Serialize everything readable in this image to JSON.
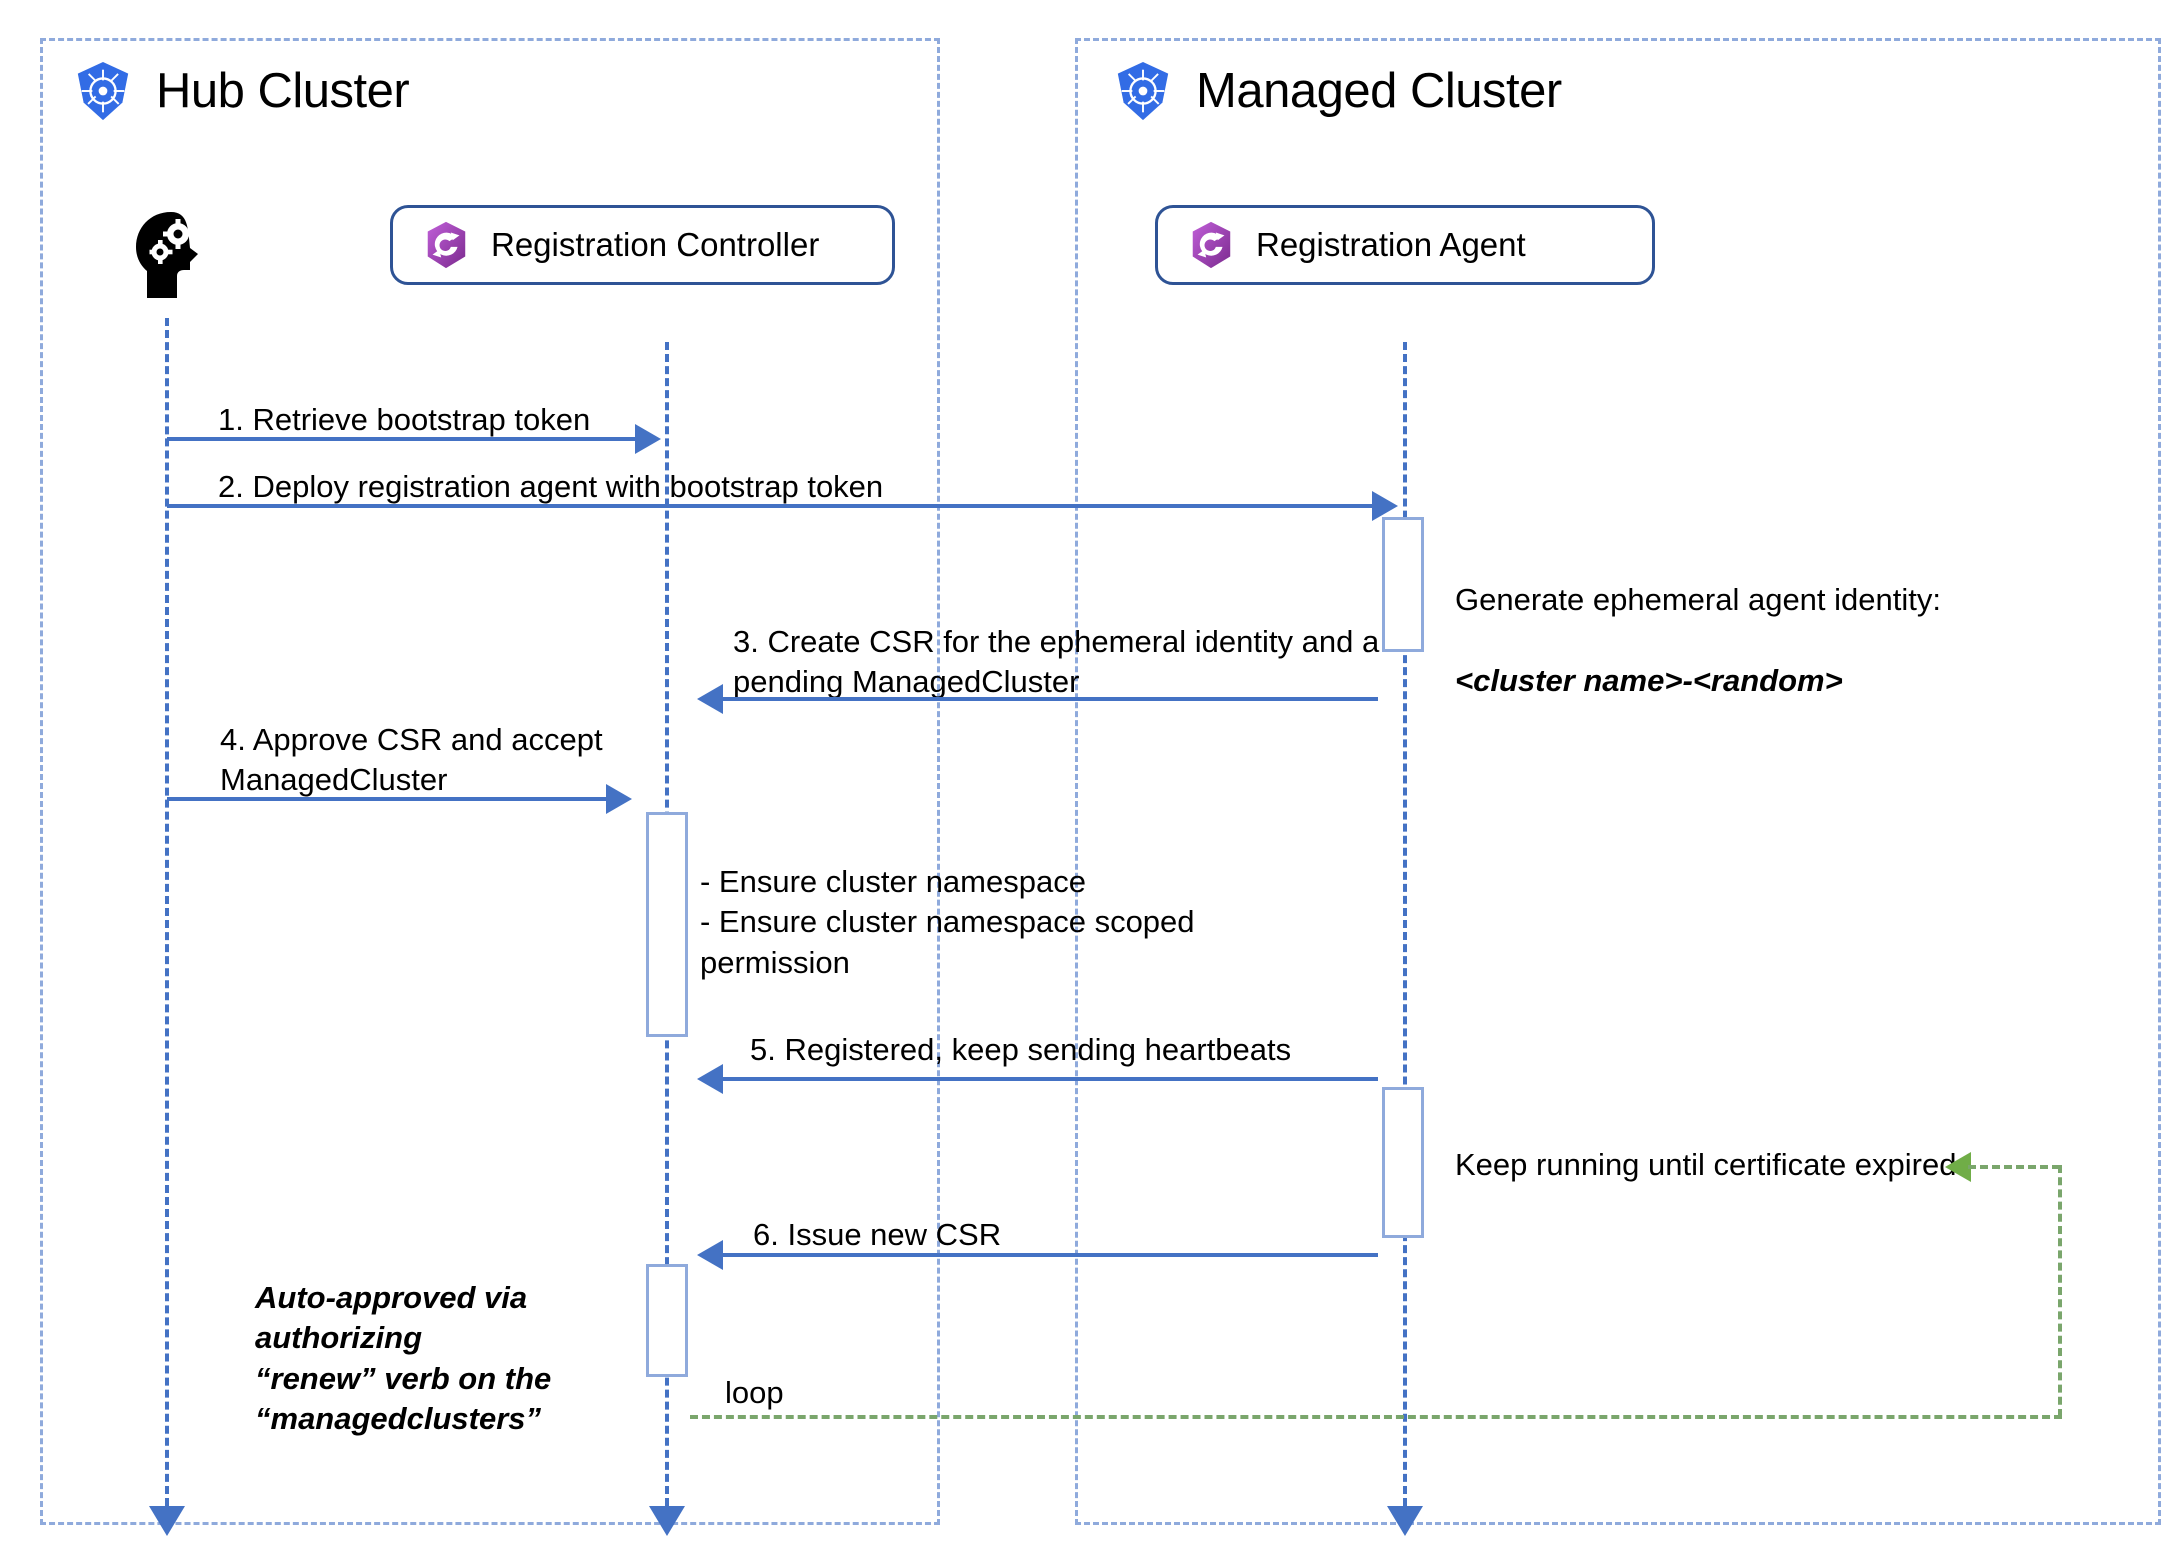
{
  "diagram": {
    "title": "OCM cluster registration sequence",
    "colors": {
      "container_border": "#8faadc",
      "participant_border": "#2e5395",
      "lifeline": "#4472c4",
      "message": "#4472c4",
      "activation_border": "#8faadc",
      "loop": "#70ad47",
      "k8s_logo": "#326ce5",
      "ocm_logo": "#a23fb8",
      "text": "#000000"
    }
  },
  "containers": [
    {
      "id": "hub",
      "label": "Hub Cluster",
      "icon": "kubernetes-icon"
    },
    {
      "id": "managed",
      "label": "Managed Cluster",
      "icon": "kubernetes-icon"
    }
  ],
  "participants": [
    {
      "id": "user",
      "label": "",
      "icon": "head-with-gears-icon"
    },
    {
      "id": "registration-controller",
      "label": "Registration Controller",
      "icon": "ocm-icon"
    },
    {
      "id": "registration-agent",
      "label": "Registration Agent",
      "icon": "ocm-icon"
    }
  ],
  "messages": [
    {
      "num": "1",
      "label": "1. Retrieve bootstrap token",
      "direction": "right",
      "from": "user",
      "to": "registration-controller"
    },
    {
      "num": "2",
      "label": "2. Deploy registration agent with bootstrap token",
      "direction": "right",
      "from": "user",
      "to": "registration-agent"
    },
    {
      "num": "3",
      "label": "3. Create CSR for the ephemeral identity and a\npending ManagedCluster",
      "direction": "left",
      "from": "registration-agent",
      "to": "registration-controller"
    },
    {
      "num": "4",
      "label": "4. Approve CSR and accept\nManagedCluster",
      "direction": "right",
      "from": "user",
      "to": "registration-controller"
    },
    {
      "num": "5",
      "label": "5. Registered, keep sending heartbeats",
      "direction": "left",
      "from": "registration-agent",
      "to": "registration-controller"
    },
    {
      "num": "6",
      "label": "6. Issue new CSR",
      "direction": "left",
      "from": "registration-agent",
      "to": "registration-controller"
    }
  ],
  "notes": [
    {
      "id": "ephemeral-identity",
      "line1": "Generate ephemeral agent identity:",
      "line2": "<cluster name>-<random>",
      "style": "mixed"
    },
    {
      "id": "ensure-namespace",
      "text": "- Ensure cluster namespace\n- Ensure cluster namespace scoped\n   permission",
      "style": "regular"
    },
    {
      "id": "auto-approved",
      "text": "Auto-approved via authorizing\n“renew” verb on the\n“managedclusters”",
      "style": "italic"
    },
    {
      "id": "keep-running",
      "text": "Keep running until certificate expired",
      "style": "regular"
    }
  ],
  "loop": {
    "label": "loop"
  }
}
